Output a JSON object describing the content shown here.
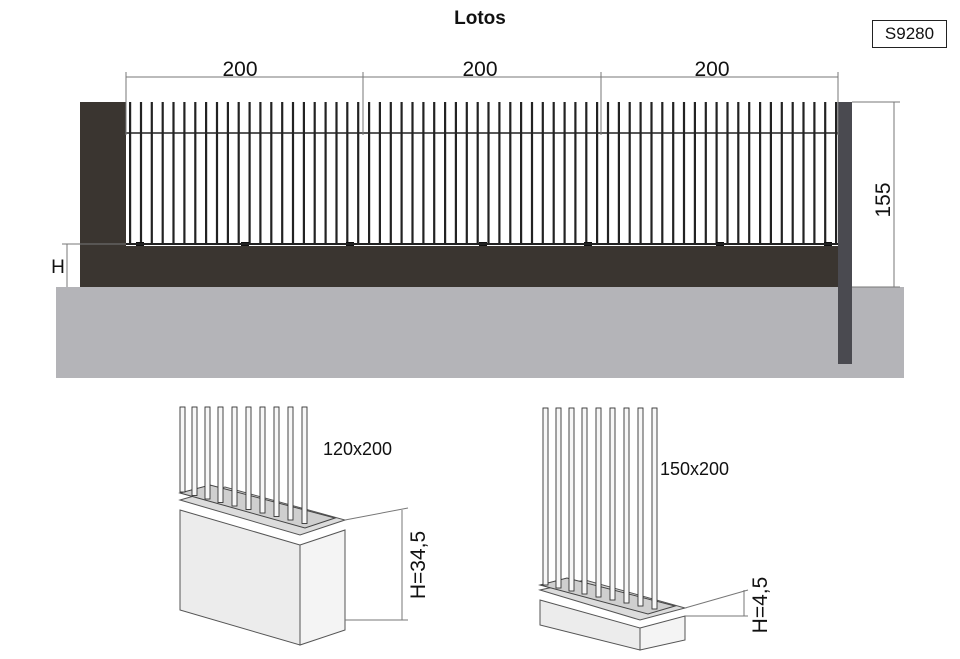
{
  "title": "Lotos",
  "code": "S9280",
  "dimensions": {
    "spans": [
      "200",
      "200",
      "200"
    ],
    "height": "155",
    "base_label": "H"
  },
  "details": [
    {
      "size": "120x200",
      "height": "H=34,5"
    },
    {
      "size": "150x200",
      "height": "H=4,5"
    }
  ],
  "colors": {
    "wall": "#3a3530",
    "ground": "#b4b4b8",
    "post": "#4a4a50",
    "bars": "#222222"
  }
}
